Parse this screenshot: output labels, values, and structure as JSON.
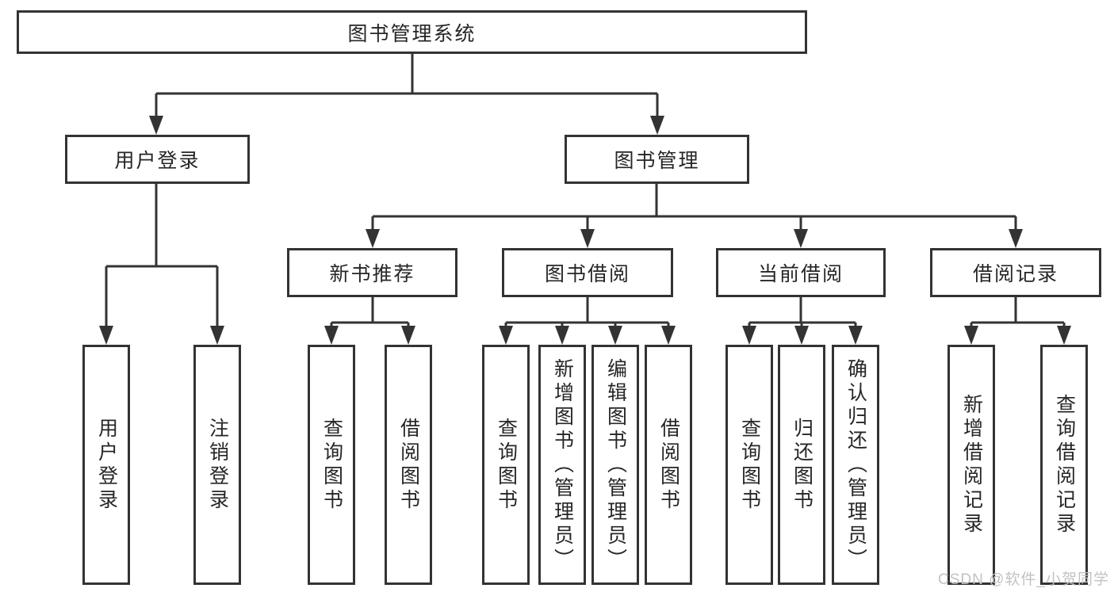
{
  "tree": {
    "root": {
      "label": "图书管理系统"
    },
    "branches": [
      {
        "label": "用户登录",
        "children": [
          {
            "label": "用户登录"
          },
          {
            "label": "注销登录"
          }
        ]
      },
      {
        "label": "图书管理",
        "children": [
          {
            "label": "新书推荐",
            "children": [
              {
                "label": "查询图书"
              },
              {
                "label": "借阅图书"
              }
            ]
          },
          {
            "label": "图书借阅",
            "children": [
              {
                "label": "查询图书"
              },
              {
                "label": "新增图书（管理员）"
              },
              {
                "label": "编辑图书（管理员）"
              },
              {
                "label": "借阅图书"
              }
            ]
          },
          {
            "label": "当前借阅",
            "children": [
              {
                "label": "查询图书"
              },
              {
                "label": "归还图书"
              },
              {
                "label": "确认归还（管理员）"
              }
            ]
          },
          {
            "label": "借阅记录",
            "children": [
              {
                "label": "新增借阅记录"
              },
              {
                "label": "查询借阅记录"
              }
            ]
          }
        ]
      }
    ]
  },
  "watermark": {
    "text": "CSDN @软件_小贺同学"
  },
  "colors": {
    "background": "#ffffff",
    "line": "#333333",
    "box_border": "#333333",
    "box_fill": "#ffffff",
    "text": "#262626",
    "watermark": "#c2c2c2"
  }
}
